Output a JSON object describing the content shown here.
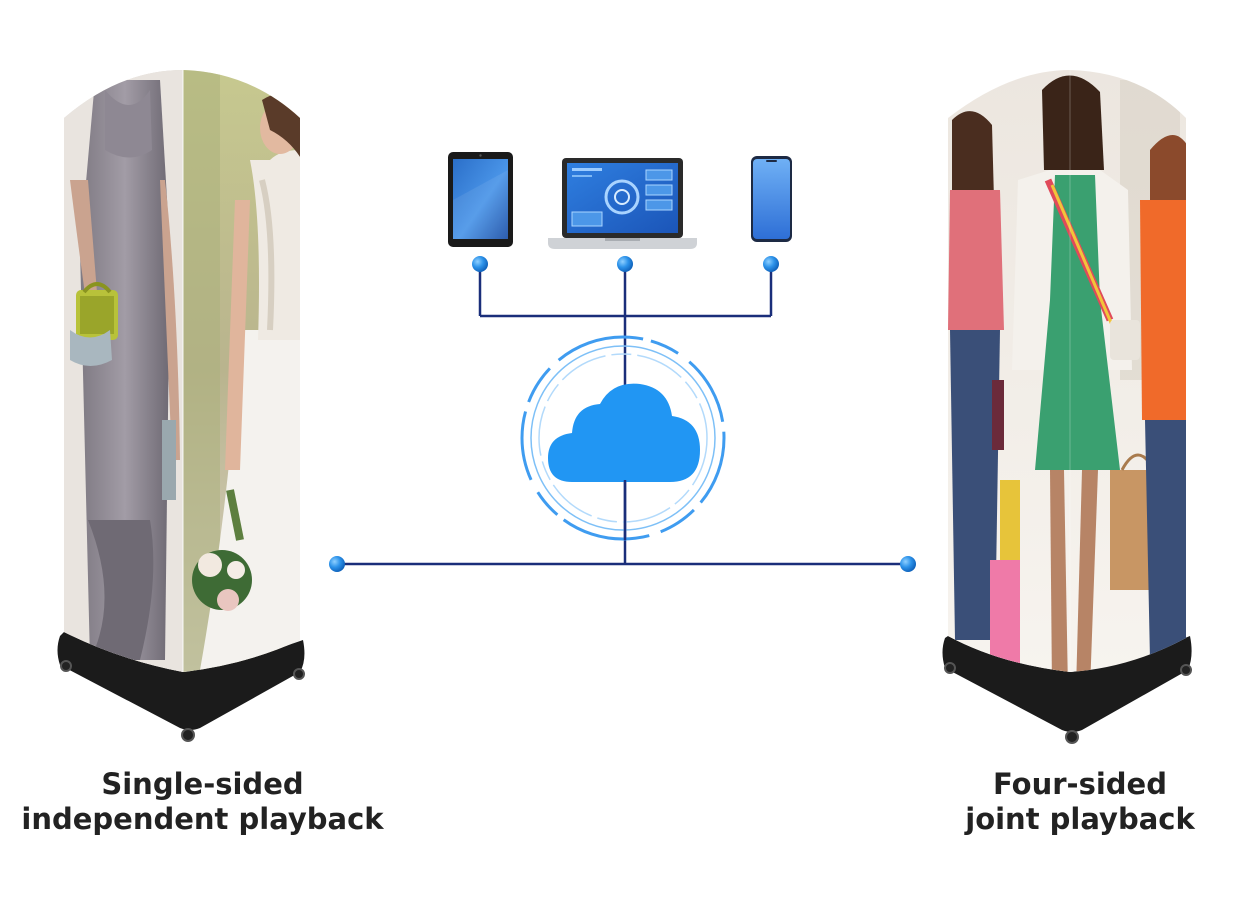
{
  "captions": {
    "left": {
      "line1": "Single-sided",
      "line2": "independent playback"
    },
    "right": {
      "line1": "Four-sided",
      "line2": "joint playback"
    }
  },
  "devices": [
    {
      "name": "tablet",
      "icon": "tablet-icon"
    },
    {
      "name": "laptop",
      "icon": "laptop-icon"
    },
    {
      "name": "smartphone",
      "icon": "smartphone-icon"
    }
  ],
  "hub": {
    "icon": "cloud-icon"
  },
  "displays": {
    "left": {
      "icon": "led-poster-column-icon",
      "mode": "single-sided"
    },
    "right": {
      "icon": "led-poster-column-icon",
      "mode": "four-sided"
    }
  },
  "colors": {
    "connector_line": "#1a2e7a",
    "node": "#1e88e5",
    "cloud": "#2196f3",
    "caption_text": "#222222",
    "display_base": "#1b1b1b"
  }
}
